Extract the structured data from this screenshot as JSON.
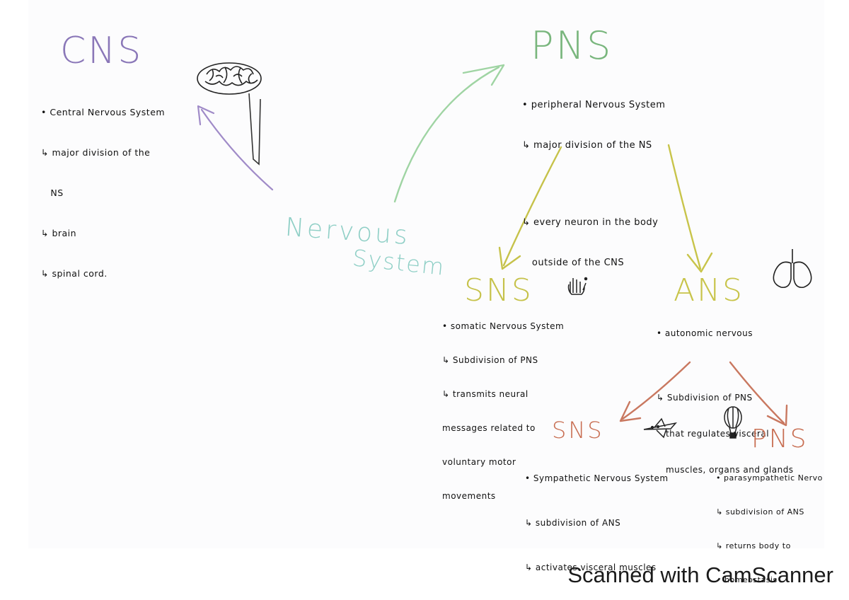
{
  "center": {
    "line1": "Nervous",
    "line2": "System"
  },
  "cns": {
    "title": "CNS",
    "notes": [
      "• Central Nervous System",
      "↳ major division of the",
      "   NS",
      "↳ brain",
      "↳ spinal cord."
    ]
  },
  "pns": {
    "title": "PNS",
    "notes": [
      "• peripheral Nervous System",
      "↳ major division of the NS",
      "",
      "↳ every neuron in the body",
      "   outside of the CNS"
    ]
  },
  "sns": {
    "title": "SNS",
    "notes": [
      "• somatic Nervous System",
      "↳ Subdivision of PNS",
      "↳ transmits neural",
      "messages related to",
      "voluntary motor",
      "movements"
    ]
  },
  "ans": {
    "title": "ANS",
    "notes": [
      "• autonomic nervous",
      "",
      "↳ Subdivision of PNS",
      "   that regulates visceral",
      "   muscles, organs and glands"
    ]
  },
  "sympathetic": {
    "title": "SNS",
    "notes": [
      "• Sympathetic Nervous System",
      "↳ subdivision of ANS",
      "↳ activates visceral muscles"
    ]
  },
  "parasympathetic": {
    "title": "PNS",
    "notes": [
      "• parasympathetic Nervous S",
      "↳ subdivision of ANS",
      "↳ returns body to",
      "   homeostasis"
    ]
  },
  "icons": [
    "brain-icon",
    "spinal-cord-icon",
    "hand-icon",
    "lungs-icon",
    "airplane-icon",
    "hot-air-balloon-icon"
  ],
  "colors": {
    "cns": "#8a77b8",
    "pns": "#79b67d",
    "center": "#8fcfc6",
    "somatic_autonomic": "#c8c44a",
    "sym_parasym": "#c86e52"
  },
  "footer": "Scanned with CamScanner"
}
